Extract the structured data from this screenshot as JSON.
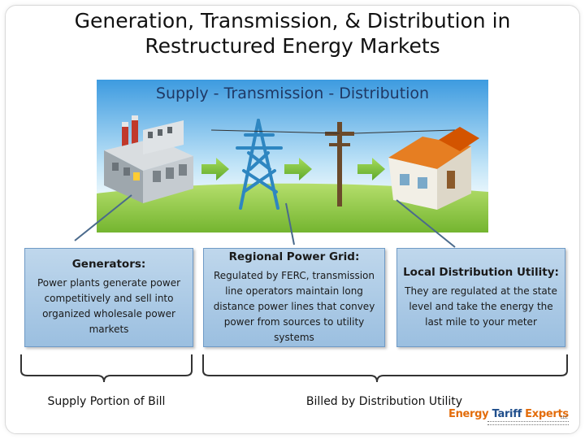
{
  "title": "Generation, Transmission, & Distribution in Restructured Energy Markets",
  "diagram": {
    "heading": "Supply - Transmission - Distribution"
  },
  "boxes": [
    {
      "heading": "Generators:",
      "text": "Power plants generate power competitively and sell into organized wholesale power markets"
    },
    {
      "heading": "Regional Power Grid:",
      "text": "Regulated by FERC, transmission line operators maintain long distance power lines that convey power from sources to utility systems"
    },
    {
      "heading": "Local Distribution Utility:",
      "text": "They are regulated at the state level and take the energy the last mile to your meter"
    }
  ],
  "bill_labels": {
    "supply": "Supply Portion of Bill",
    "distribution": "Billed by Distribution Utility"
  },
  "logo": {
    "word1": "Energy",
    "word2": "Tariff",
    "word3": "Experts",
    "suffix": "LLC"
  },
  "colors": {
    "box_fill": "#aecbe8",
    "box_border": "#6f9ac6",
    "arrow_green": "#7cc142",
    "sky": "#4da6e0",
    "grass": "#8cc63f",
    "connector": "#4a6a8c"
  }
}
